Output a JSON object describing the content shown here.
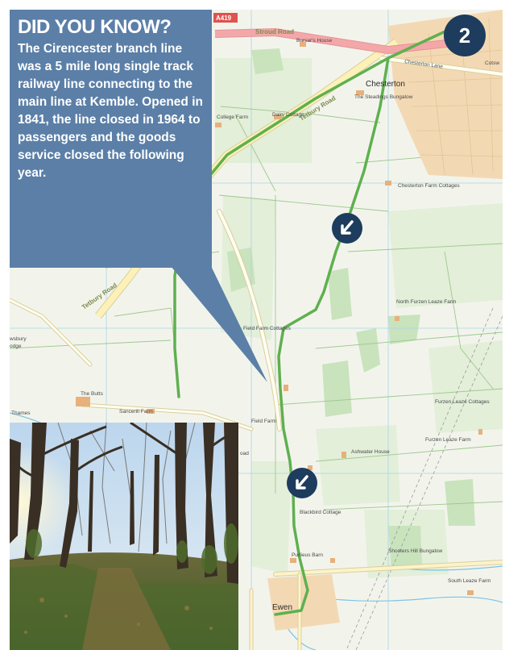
{
  "info_box": {
    "title": "DID YOU KNOW?",
    "body": "The Cirencester branch line was a 5 mile long single track railway line connecting to the main line at Kemble. Opened in 1841, the line closed in 1964 to passengers and the goods service closed the following year."
  },
  "step_number": "2",
  "direction_markers": [
    {
      "icon": "arrow-down-left-icon"
    },
    {
      "icon": "arrow-down-left-icon"
    }
  ],
  "roads": {
    "a419_badge": "A419",
    "stroud_road": "Stroud Road",
    "tetbury_road_upper": "Tetbury Road",
    "tetbury_road_lower": "Tetbury Road",
    "chesterton_lane": "Chesterton Lane",
    "cotswold_partial": "Cotsw"
  },
  "place_labels": {
    "chesterton": "Chesterton",
    "ewen": "Ewen",
    "bursars_house": "Bursar's House",
    "steadings": "The Steadings Bungalow",
    "college_farm": "College Farm",
    "dairy_cottage": "Dairy Cottage",
    "chesterton_farm": "Chesterton Farm Cottages",
    "north_furzen": "North Furzen Leaze Farm",
    "field_farm_cottages": "Field Farm Cottages",
    "field_farm": "Field Farm",
    "furzen_leaze_cottages": "Furzen Leaze Cottages",
    "furzen_leaze_farm": "Furzen Leaze Farm",
    "ashwater_house": "Ashwater House",
    "blackbird_cottage": "Blackbird Cottage",
    "purlieus_barn": "Purlieus Barn",
    "shooters_hill": "Shooters Hill Bungalow",
    "south_leaze_farm": "South Leaze Farm",
    "the_butts": "The Butts",
    "sancerill_farm": "Sancerill Farm",
    "thames_partial": "Thames",
    "road_partial": "oad",
    "westbury_partial": "wsbury",
    "lodge_partial": "odge"
  },
  "colors": {
    "route": "#5fb04f",
    "info_box": "#5b7fa7",
    "badge": "#1d3c5e",
    "urban": "#f3d9b3",
    "road_outline": "#d9cf9e",
    "main_road": "#f4a7a9"
  }
}
